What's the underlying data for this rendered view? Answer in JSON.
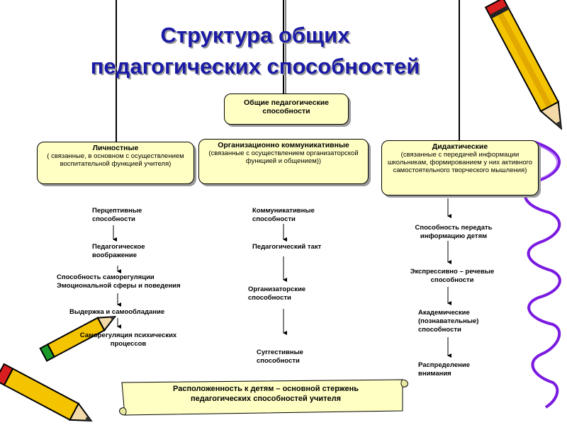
{
  "title": {
    "line1": "Структура общих",
    "line2": "педагогических способностей"
  },
  "root": {
    "line1": "Общие педагогические",
    "line2": "способности"
  },
  "categories": [
    {
      "name": "Личностные",
      "description": "( связанные, в основном с осуществлением воспитательной функцией учителя)",
      "items": [
        "Перцептивные\nспособности",
        "Педагогическое\nвоображение",
        "Способность саморегуляции\nЭмоциональной сферы и поведения",
        "Выдержка и самообладание",
        "Саморегуляция психических\nпроцессов"
      ]
    },
    {
      "name": "Организационно коммуникативные",
      "description": "(связанные с осуществлением организаторской функцией и общением))",
      "items": [
        "Коммуникативные\nспособности",
        "Педагогический такт",
        "Организаторские\nспособности",
        "Суггестивные\nспособности"
      ]
    },
    {
      "name": "Дидактические",
      "description": "(связанные с передачей информации школьникам, формированием у них активного самостоятельного творческого мышления)",
      "items": [
        "Способность передать\nинформацию детям",
        "Экспрессивно – речевые\nспособности",
        "Академические\n(познавательные)\nспособности",
        "Распределение\nвнимания"
      ]
    }
  ],
  "conclusion": {
    "line1": "Расположенность к детям – основной стержень",
    "line2": "педагогических способностей учителя"
  },
  "colors": {
    "title": "#1a1aa6",
    "box_fill": "#ffffc4",
    "scroll_fill": "#ffffc4",
    "pencil_yellow": "#f5c400",
    "pencil_red": "#d81e1e",
    "pencil_green": "#1a9a2a",
    "ribbon": "#7a1ae0"
  },
  "decorations": [
    "pencil-icon",
    "pencil-icon",
    "pencil-icon",
    "spiral-ribbon-icon"
  ]
}
